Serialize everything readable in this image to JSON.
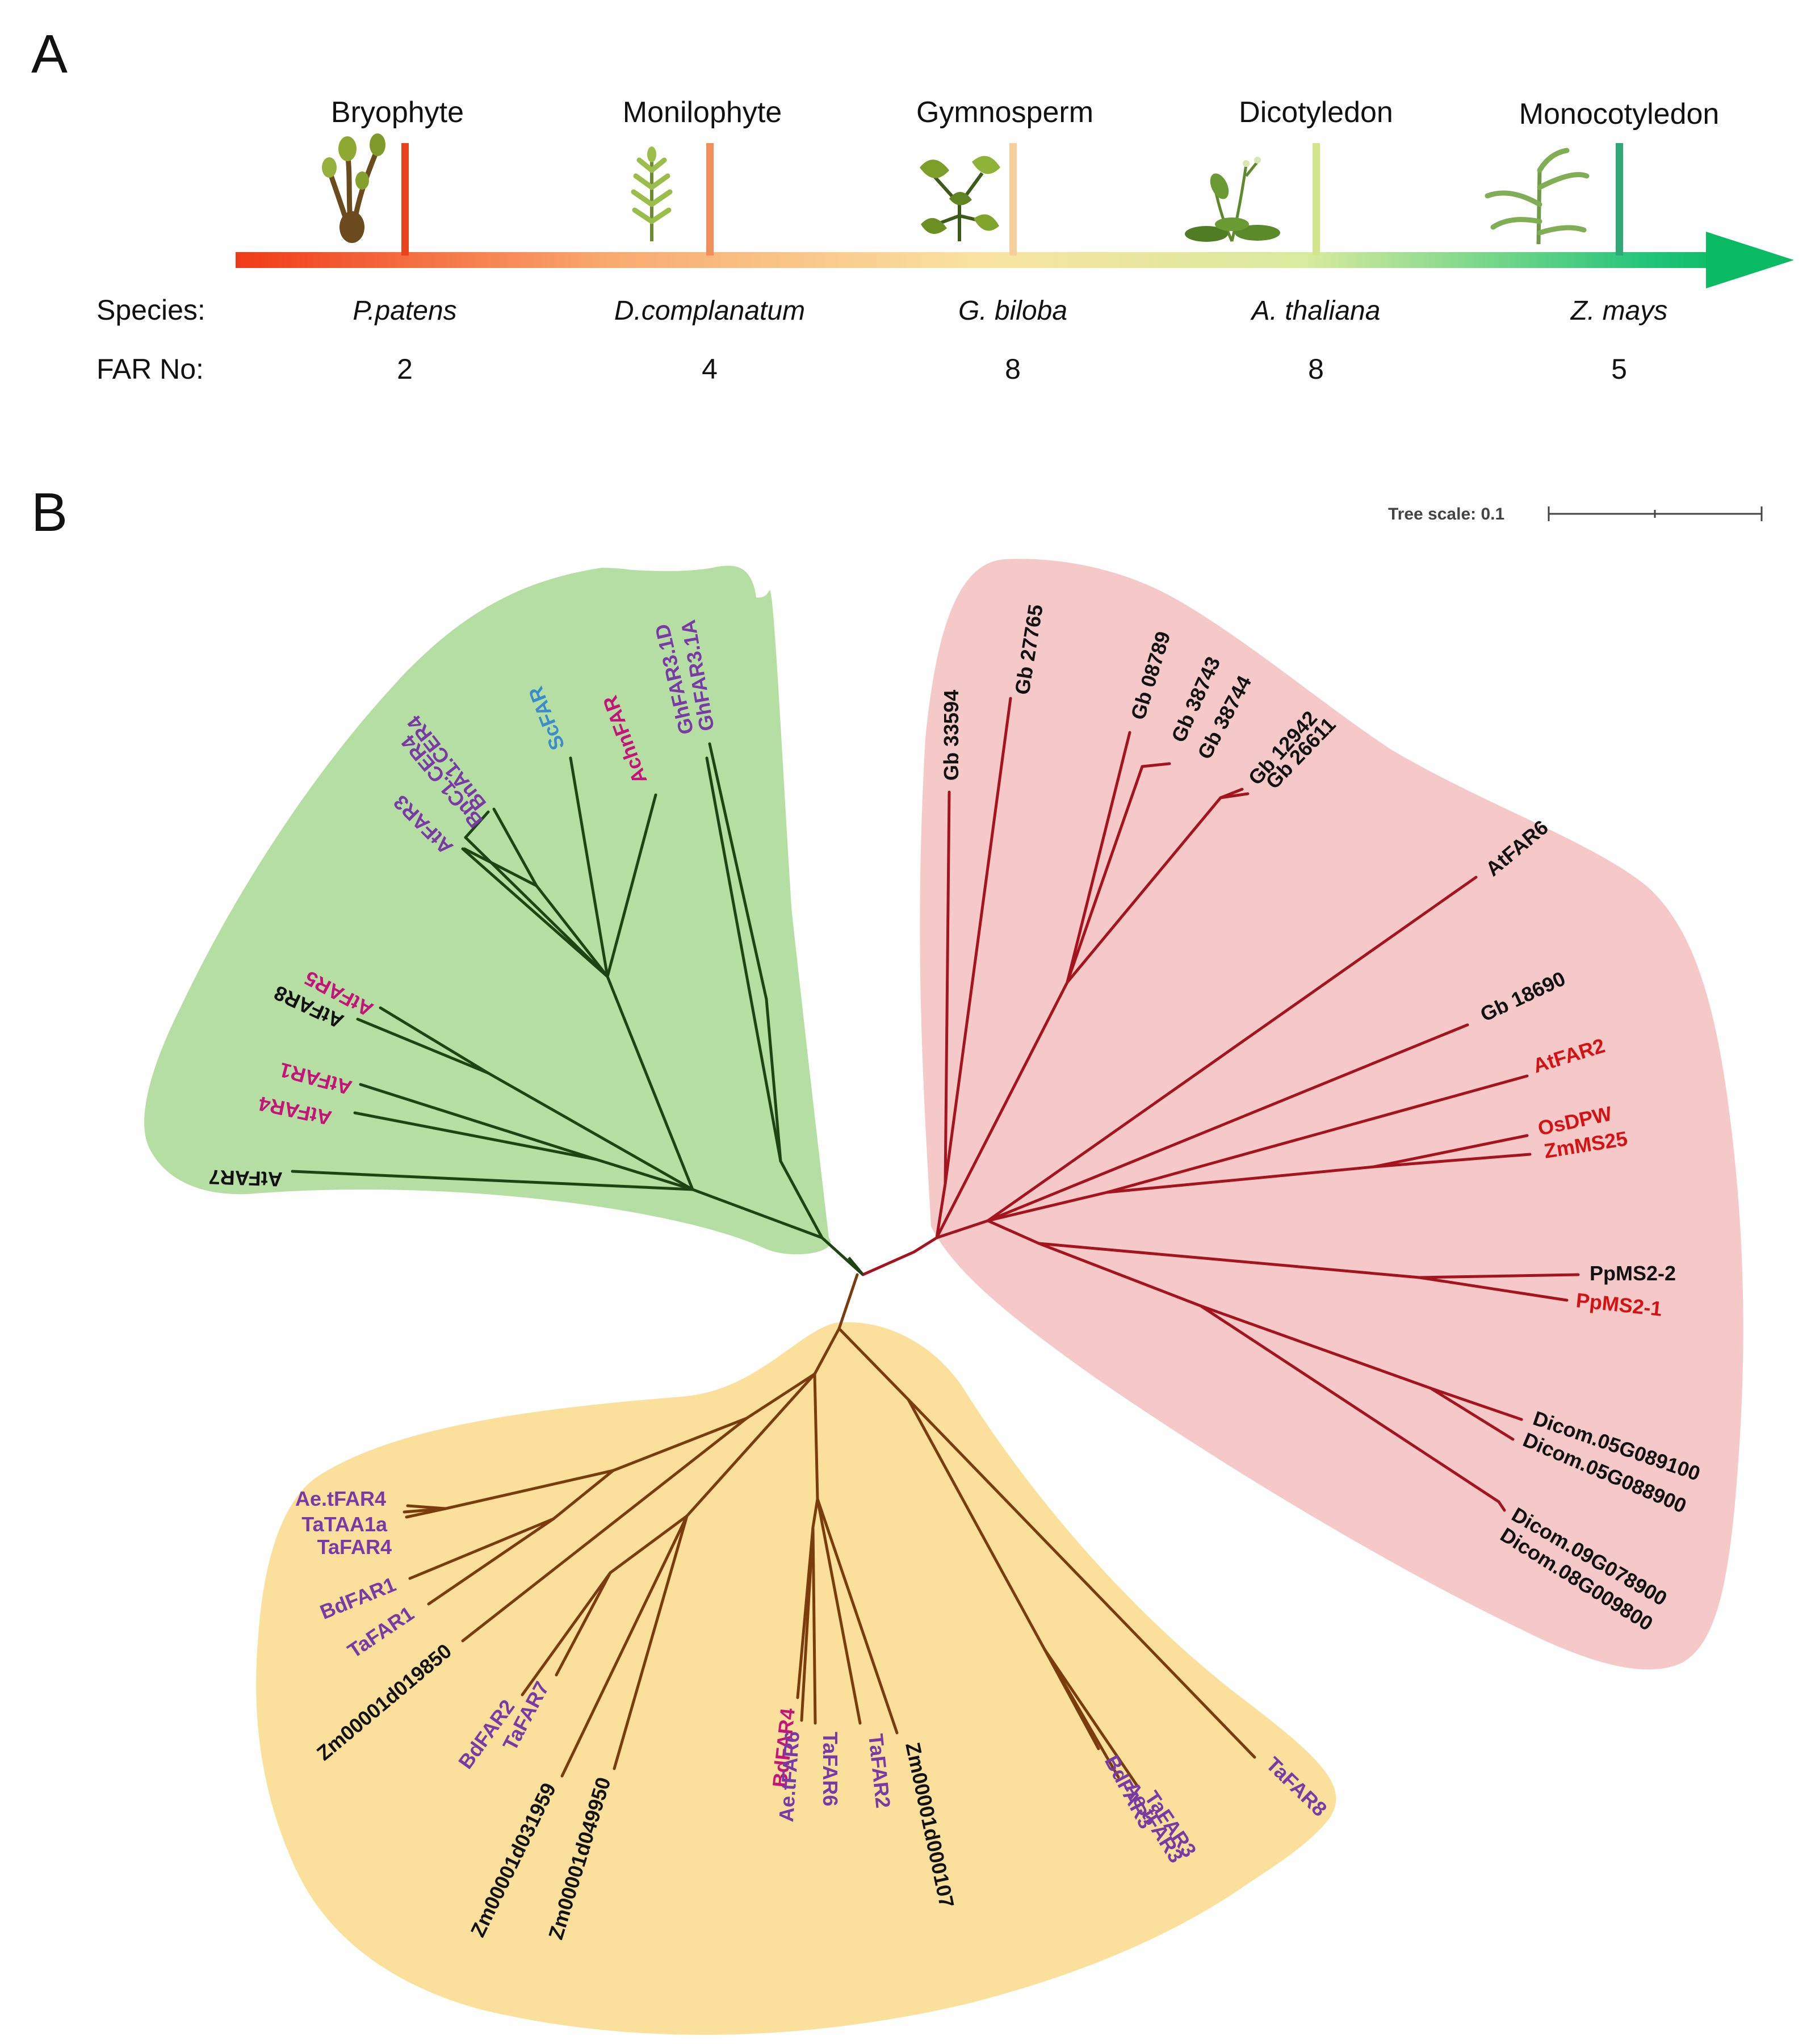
{
  "panel_a": {
    "letter": "A",
    "species_label": "Species:",
    "farno_label": "FAR No:",
    "axis_colors": [
      "#f03a17",
      "#f9a96e",
      "#f9e3a2",
      "#d7ea9d",
      "#21c47a",
      "#0bbb63"
    ],
    "milestones": [
      {
        "clade": "Bryophyte",
        "species": "P.patens",
        "far_no": "2",
        "color": "#e9431d"
      },
      {
        "clade": "Monilophyte",
        "species": "D.complanatum",
        "far_no": "4",
        "color": "#f08f5a"
      },
      {
        "clade": "Gymnosperm",
        "species": "G. biloba",
        "far_no": "8",
        "color": "#f7cf9d"
      },
      {
        "clade": "Dicotyledon",
        "species": "A. thaliana",
        "far_no": "8",
        "color": "#d3e58a"
      },
      {
        "clade": "Monocotyledon",
        "species": "Z. mays",
        "far_no": "5",
        "color": "#2fa877"
      }
    ],
    "plant_icons": [
      "moss-icon",
      "fern-icon",
      "ginkgo-icon",
      "arabidopsis-icon",
      "maize-icon"
    ]
  },
  "panel_b": {
    "letter": "B",
    "tree_scale": "Tree scale: 0.1",
    "clade_colors": {
      "green_fill": "#b5dea3",
      "green_branch": "#1f4414",
      "red_fill": "#f6c9c9",
      "red_branch": "#a5141e",
      "yellow_fill": "#fae09a",
      "yellow_branch": "#7b3c0d"
    },
    "label_colors": {
      "black": "#111111",
      "purple": "#7a3aa6",
      "magenta": "#c4147a",
      "red": "#d31313",
      "blue": "#3a8ccc"
    },
    "leaves": {
      "gb33594": "Gb 33594",
      "gb27765": "Gb 27765",
      "gb08789": "Gb 08789",
      "gb38743": "Gb 38743",
      "gb38744": "Gb 38744",
      "gb12942": "Gb 12942",
      "gb26611": "Gb 26611",
      "atfar6": "AtFAR6",
      "gb18690": "Gb 18690",
      "atfar2": "AtFAR2",
      "osdpw": "OsDPW",
      "zmms25": "ZmMS25",
      "ppms2_2": "PpMS2-2",
      "ppms2_1": "PpMS2-1",
      "dicom05g089100": "Dicom.05G089100",
      "dicom05g088900": "Dicom.05G088900",
      "dicom09g078900": "Dicom.09G078900",
      "dicom08g009800": "Dicom.08G009800",
      "ghfar31a": "GhFAR3.1A",
      "ghfar31d": "GhFAR3.1D",
      "achnfar": "AchnFAR",
      "scfar": "ScFAR",
      "bna1cer4": "BnA1.CER4",
      "bnc1cer4": "BnC1.CER4",
      "atfar3": "AtFAR3",
      "atfar5": "AtFAR5",
      "atfar8": "AtFAR8",
      "atfar1": "AtFAR1",
      "atfar4": "AtFAR4",
      "atfar7": "AtFAR7",
      "aetfar4": "Ae.tFAR4",
      "tataa1a": "TaTAA1a",
      "tafar4": "TaFAR4",
      "bdfar1": "BdFAR1",
      "tafar1": "TaFAR1",
      "zm019850": "Zm00001d019850",
      "bdfar2": "BdFAR2",
      "tafar7": "TaFAR7",
      "zm031959": "Zm00001d031959",
      "zm049950": "Zm00001d049950",
      "bdfar4": "BdFAR4",
      "aetfar6": "Ae.tFAR6",
      "tafar6": "TaFAR6",
      "tafar2": "TaFAR2",
      "zm000107": "Zm00001d000107",
      "bdfar3": "BdFAR3",
      "aetfar3": "Ae.tFAR3",
      "tafar3": "TaFAR3",
      "tafar8": "TaFAR8"
    }
  }
}
